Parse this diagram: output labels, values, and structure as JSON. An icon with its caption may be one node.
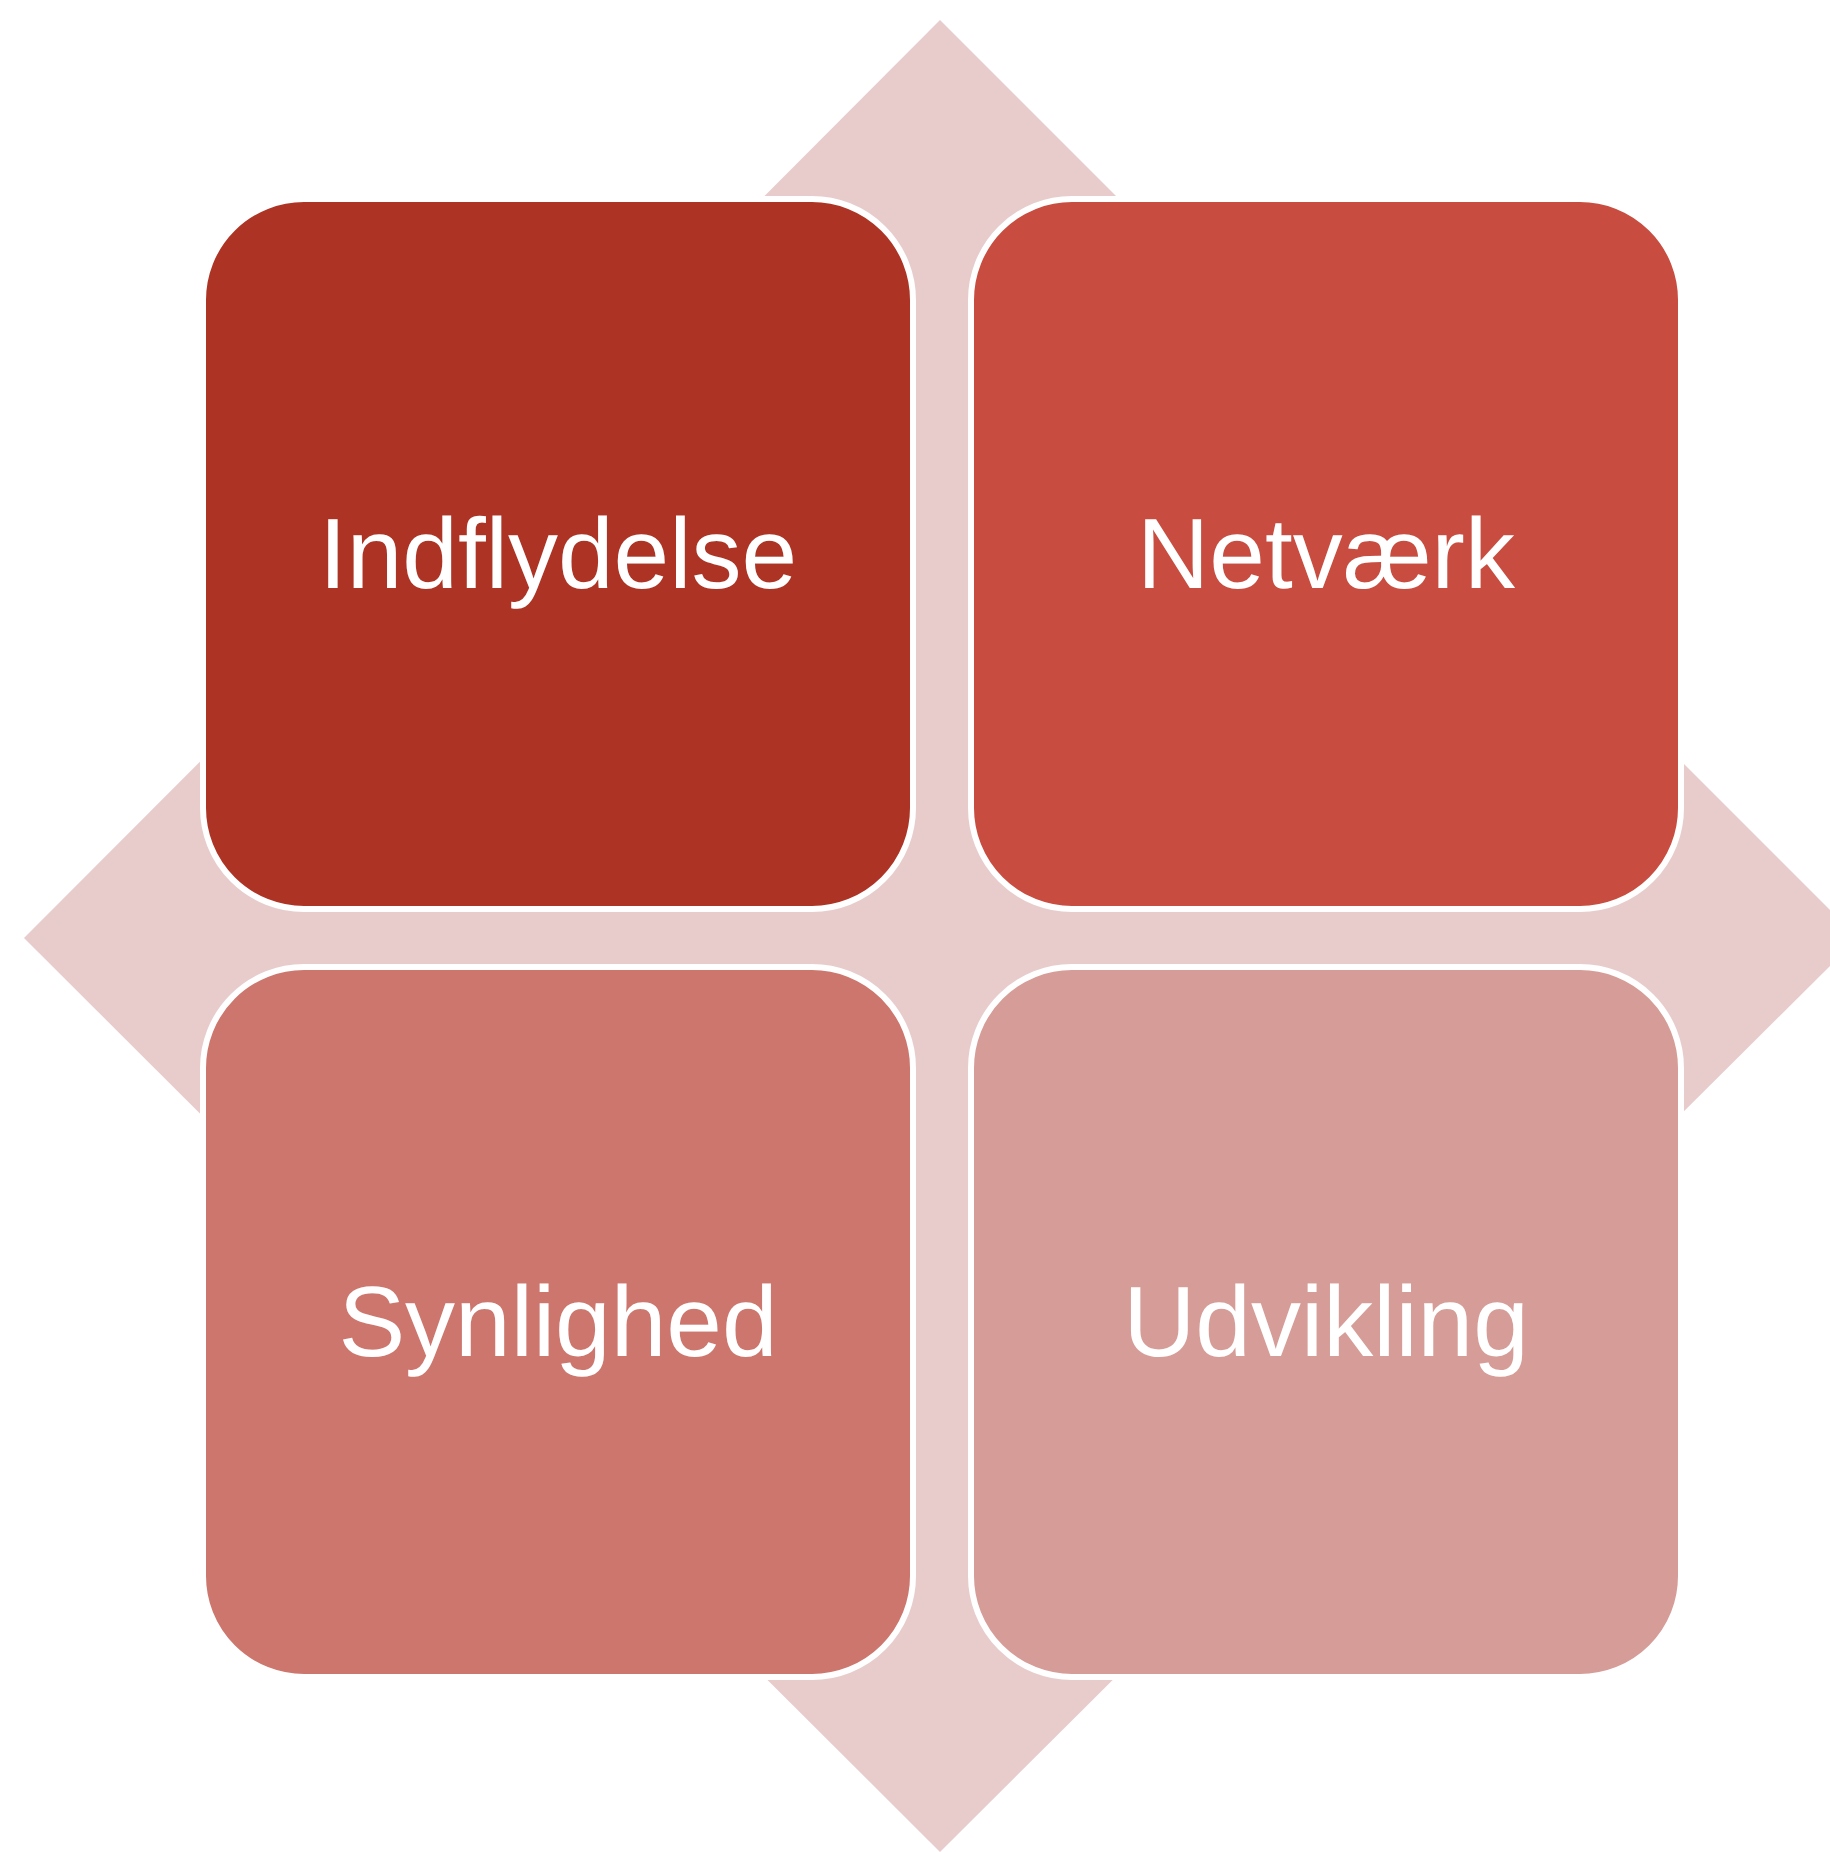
{
  "diagram": {
    "nodes": [
      {
        "text": [
          "Indflydelse"
        ]
      },
      {
        "text": [
          "Netværk"
        ]
      },
      {
        "text": [
          "Synlighed"
        ]
      },
      {
        "text": [
          "Udvikling"
        ]
      }
    ],
    "edges": []
  }
}
